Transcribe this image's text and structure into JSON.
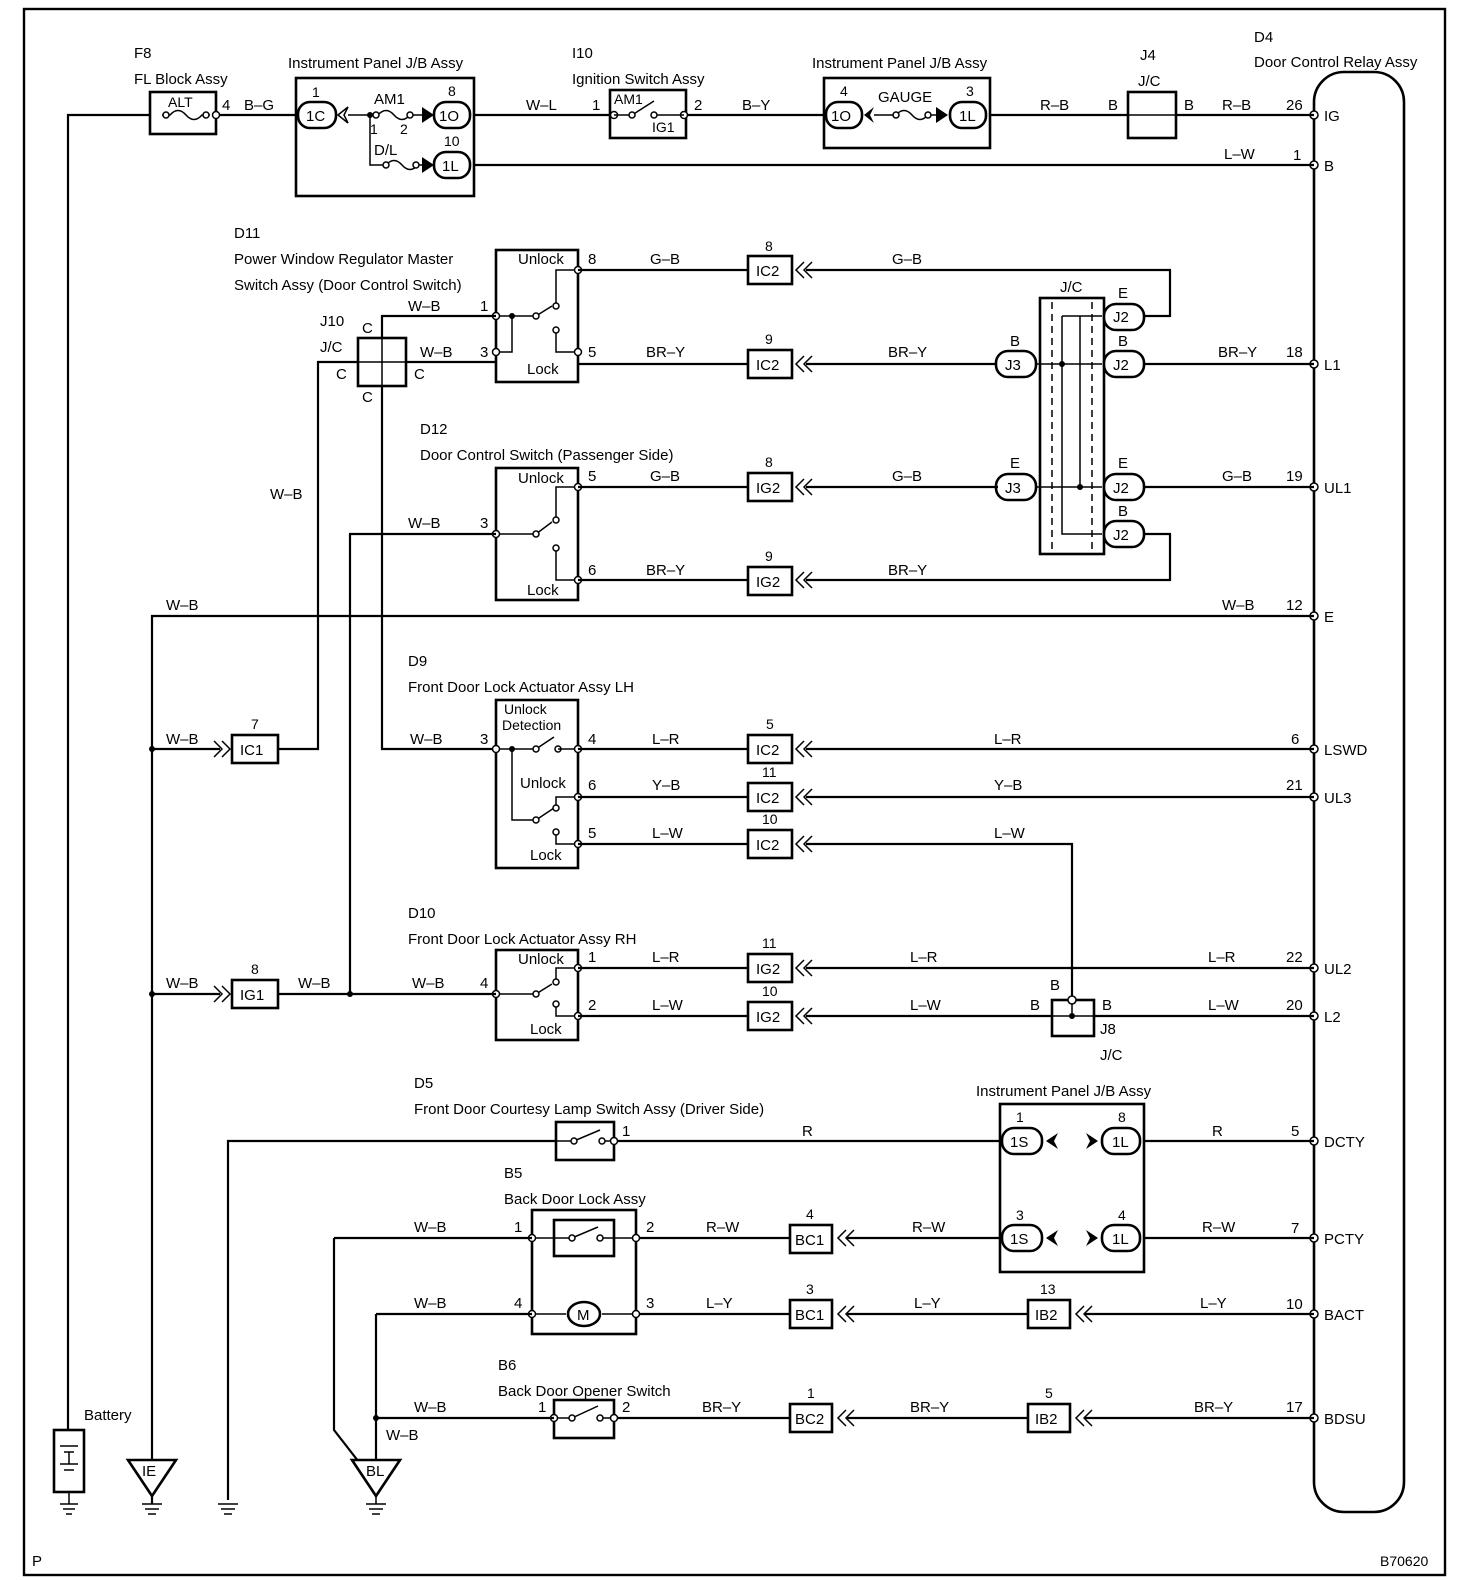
{
  "figure": {
    "code": "B70620",
    "corner": "P"
  },
  "components": {
    "f8": {
      "ref": "F8",
      "name": "FL Block Assy",
      "fuse": "ALT",
      "pin": "4"
    },
    "jb1": {
      "name": "Instrument Panel J/B Assy",
      "fuse1": "AM1",
      "fuse2": "D/L",
      "c1": "1C",
      "c2": "1O",
      "c3": "1L",
      "p1": "1",
      "p2": "8",
      "p3": "10",
      "fp1": "1",
      "fp2": "2"
    },
    "i10": {
      "ref": "I10",
      "name": "Ignition Switch Assy",
      "sw1": "AM1",
      "sw2": "IG1",
      "p1": "1",
      "p2": "2"
    },
    "jb2": {
      "name": "Instrument Panel J/B Assy",
      "fuse": "GAUGE",
      "c1": "1O",
      "c2": "1L",
      "p1": "4",
      "p2": "3"
    },
    "j4": {
      "ref": "J4",
      "name": "J/C",
      "b1": "B",
      "b2": "B"
    },
    "d4": {
      "ref": "D4",
      "name": "Door Control Relay Assy",
      "terms": [
        {
          "label": "IG",
          "pin": "26"
        },
        {
          "label": "B",
          "pin": "1"
        },
        {
          "label": "L1",
          "pin": "18"
        },
        {
          "label": "UL1",
          "pin": "19"
        },
        {
          "label": "E",
          "pin": "12"
        },
        {
          "label": "LSWD",
          "pin": "6"
        },
        {
          "label": "UL3",
          "pin": "21"
        },
        {
          "label": "UL2",
          "pin": "22"
        },
        {
          "label": "L2",
          "pin": "20"
        },
        {
          "label": "DCTY",
          "pin": "5"
        },
        {
          "label": "PCTY",
          "pin": "7"
        },
        {
          "label": "BACT",
          "pin": "10"
        },
        {
          "label": "BDSU",
          "pin": "17"
        }
      ]
    },
    "d11": {
      "ref": "D11",
      "line1": "Power Window Regulator Master",
      "line2": "Switch Assy (Door Control Switch)",
      "unlock": "Unlock",
      "lock": "Lock",
      "p8": "8",
      "p5": "5",
      "p1": "1",
      "p3": "3"
    },
    "j10": {
      "ref": "J10",
      "name": "J/C",
      "c": "C"
    },
    "jc_mid": {
      "name": "J/C",
      "j2": "J2",
      "j3": "J3",
      "e": "E",
      "b": "B"
    },
    "d12": {
      "ref": "D12",
      "name": "Door Control Switch (Passenger Side)",
      "unlock": "Unlock",
      "lock": "Lock",
      "p5": "5",
      "p3": "3",
      "p6": "6"
    },
    "d9": {
      "ref": "D9",
      "name": "Front Door Lock Actuator Assy LH",
      "det1": "Unlock",
      "det2": "Detection",
      "unlock": "Unlock",
      "lock": "Lock",
      "p3": "3",
      "p4": "4",
      "p6": "6",
      "p5": "5"
    },
    "d10": {
      "ref": "D10",
      "name": "Front Door Lock Actuator Assy RH",
      "unlock": "Unlock",
      "lock": "Lock",
      "p1": "1",
      "p2": "2",
      "p4": "4"
    },
    "j8": {
      "ref": "J8",
      "name": "J/C",
      "b": "B"
    },
    "d5": {
      "ref": "D5",
      "name": "Front Door Courtesy Lamp Switch Assy (Driver Side)",
      "p1": "1"
    },
    "jb3": {
      "name": "Instrument Panel J/B Assy",
      "c1": "1S",
      "c2": "1L",
      "p1": "1",
      "p8": "8",
      "p3": "3",
      "p4": "4"
    },
    "b5": {
      "ref": "B5",
      "name": "Back Door Lock Assy",
      "motor": "M",
      "p1": "1",
      "p2": "2",
      "p4": "4",
      "p3": "3"
    },
    "b6": {
      "ref": "B6",
      "name": "Back Door Opener Switch",
      "p1": "1",
      "p2": "2"
    },
    "battery": {
      "name": "Battery"
    },
    "grounds": {
      "ie": "IE",
      "bl": "BL"
    }
  },
  "connectors": {
    "ic2_8": {
      "label": "IC2",
      "pin": "8"
    },
    "ic2_9": {
      "label": "IC2",
      "pin": "9"
    },
    "ig2_8": {
      "label": "IG2",
      "pin": "8"
    },
    "ig2_9": {
      "label": "IG2",
      "pin": "9"
    },
    "ic1_7": {
      "label": "IC1",
      "pin": "7"
    },
    "ic2_5": {
      "label": "IC2",
      "pin": "5"
    },
    "ic2_11": {
      "label": "IC2",
      "pin": "11"
    },
    "ic2_10": {
      "label": "IC2",
      "pin": "10"
    },
    "ig1_8": {
      "label": "IG1",
      "pin": "8"
    },
    "ig2_11": {
      "label": "IG2",
      "pin": "11"
    },
    "ig2_10": {
      "label": "IG2",
      "pin": "10"
    },
    "bc1_4": {
      "label": "BC1",
      "pin": "4"
    },
    "bc1_3": {
      "label": "BC1",
      "pin": "3"
    },
    "bc2_1": {
      "label": "BC2",
      "pin": "1"
    },
    "ib2_13": {
      "label": "IB2",
      "pin": "13"
    },
    "ib2_5": {
      "label": "IB2",
      "pin": "5"
    }
  },
  "wires": {
    "bg": "B–G",
    "wl": "W–L",
    "by": "B–Y",
    "rb": "R–B",
    "lw": "L–W",
    "gb": "G–B",
    "bry": "BR–Y",
    "wb": "W–B",
    "lr": "L–R",
    "yb": "Y–B",
    "r": "R",
    "rw": "R–W",
    "ly": "L–Y"
  }
}
